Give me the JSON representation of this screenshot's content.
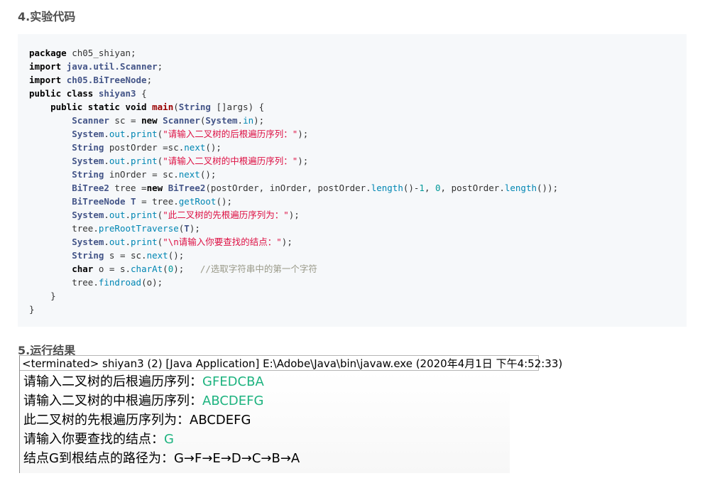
{
  "sections": {
    "code_heading": "4.实验代码",
    "result_heading": "5.运行结果"
  },
  "code": {
    "lines": [
      {
        "indent": "",
        "tokens": [
          [
            "kw",
            "package"
          ],
          [
            "pl",
            " ch05_shiyan;"
          ]
        ]
      },
      {
        "indent": "",
        "tokens": [
          [
            "kw",
            "import"
          ],
          [
            "pl",
            " "
          ],
          [
            "ty",
            "java.util.Scanner"
          ],
          [
            "pl",
            ";"
          ]
        ]
      },
      {
        "indent": "",
        "tokens": [
          [
            "kw",
            "import"
          ],
          [
            "pl",
            " "
          ],
          [
            "ty",
            "ch05.BiTreeNode"
          ],
          [
            "pl",
            ";"
          ]
        ]
      },
      {
        "indent": "",
        "tokens": [
          [
            "kw",
            "public"
          ],
          [
            "pl",
            " "
          ],
          [
            "kw",
            "class"
          ],
          [
            "pl",
            " "
          ],
          [
            "ty",
            "shiyan3"
          ],
          [
            "pl",
            " {"
          ]
        ]
      },
      {
        "indent": "    ",
        "tokens": [
          [
            "kw",
            "public"
          ],
          [
            "pl",
            " "
          ],
          [
            "kw",
            "static"
          ],
          [
            "pl",
            " "
          ],
          [
            "kw",
            "void"
          ],
          [
            "pl",
            " "
          ],
          [
            "mt",
            "main"
          ],
          [
            "pl",
            "("
          ],
          [
            "ty",
            "String"
          ],
          [
            "pl",
            " []args) {"
          ]
        ]
      },
      {
        "indent": "        ",
        "tokens": [
          [
            "ty",
            "Scanner"
          ],
          [
            "pl",
            " sc = "
          ],
          [
            "kw",
            "new"
          ],
          [
            "pl",
            " "
          ],
          [
            "ty",
            "Scanner"
          ],
          [
            "pl",
            "("
          ],
          [
            "ty",
            "System"
          ],
          [
            "pl",
            "."
          ],
          [
            "fn",
            "in"
          ],
          [
            "pl",
            ");"
          ]
        ]
      },
      {
        "indent": "        ",
        "tokens": [
          [
            "ty",
            "System"
          ],
          [
            "pl",
            "."
          ],
          [
            "fn",
            "out"
          ],
          [
            "pl",
            "."
          ],
          [
            "fn",
            "print"
          ],
          [
            "pl",
            "("
          ],
          [
            "st",
            "\"请输入二叉树的后根遍历序列：\""
          ],
          [
            "pl",
            ");"
          ]
        ]
      },
      {
        "indent": "        ",
        "tokens": [
          [
            "ty",
            "String"
          ],
          [
            "pl",
            " postOrder =sc."
          ],
          [
            "fn",
            "next"
          ],
          [
            "pl",
            "();"
          ]
        ]
      },
      {
        "indent": "        ",
        "tokens": [
          [
            "ty",
            "System"
          ],
          [
            "pl",
            "."
          ],
          [
            "fn",
            "out"
          ],
          [
            "pl",
            "."
          ],
          [
            "fn",
            "print"
          ],
          [
            "pl",
            "("
          ],
          [
            "st",
            "\"请输入二叉树的中根遍历序列：\""
          ],
          [
            "pl",
            ");"
          ]
        ]
      },
      {
        "indent": "        ",
        "tokens": [
          [
            "ty",
            "String"
          ],
          [
            "pl",
            " inOrder = sc."
          ],
          [
            "fn",
            "next"
          ],
          [
            "pl",
            "();"
          ]
        ]
      },
      {
        "indent": "        ",
        "tokens": [
          [
            "ty",
            "BiTree2"
          ],
          [
            "pl",
            " tree ="
          ],
          [
            "kw",
            "new"
          ],
          [
            "pl",
            " "
          ],
          [
            "ty",
            "BiTree2"
          ],
          [
            "pl",
            "(postOrder, inOrder, postOrder."
          ],
          [
            "fn",
            "length"
          ],
          [
            "pl",
            "()-"
          ],
          [
            "nm",
            "1"
          ],
          [
            "pl",
            ", "
          ],
          [
            "nm",
            "0"
          ],
          [
            "pl",
            ", postOrder."
          ],
          [
            "fn",
            "length"
          ],
          [
            "pl",
            "());"
          ]
        ]
      },
      {
        "indent": "        ",
        "tokens": [
          [
            "ty",
            "BiTreeNode"
          ],
          [
            "pl",
            " "
          ],
          [
            "ty",
            "T"
          ],
          [
            "pl",
            " = tree."
          ],
          [
            "fn",
            "getRoot"
          ],
          [
            "pl",
            "();"
          ]
        ]
      },
      {
        "indent": "        ",
        "tokens": [
          [
            "ty",
            "System"
          ],
          [
            "pl",
            "."
          ],
          [
            "fn",
            "out"
          ],
          [
            "pl",
            "."
          ],
          [
            "fn",
            "print"
          ],
          [
            "pl",
            "("
          ],
          [
            "st",
            "\"此二叉树的先根遍历序列为：\""
          ],
          [
            "pl",
            ");"
          ]
        ]
      },
      {
        "indent": "        ",
        "tokens": [
          [
            "pl",
            "tree."
          ],
          [
            "fn",
            "preRootTraverse"
          ],
          [
            "pl",
            "("
          ],
          [
            "ty",
            "T"
          ],
          [
            "pl",
            ");"
          ]
        ]
      },
      {
        "indent": "        ",
        "tokens": [
          [
            "ty",
            "System"
          ],
          [
            "pl",
            "."
          ],
          [
            "fn",
            "out"
          ],
          [
            "pl",
            "."
          ],
          [
            "fn",
            "print"
          ],
          [
            "pl",
            "("
          ],
          [
            "st",
            "\"\\n请输入你要查找的结点：\""
          ],
          [
            "pl",
            ");"
          ]
        ]
      },
      {
        "indent": "        ",
        "tokens": [
          [
            "ty",
            "String"
          ],
          [
            "pl",
            " s = sc."
          ],
          [
            "fn",
            "next"
          ],
          [
            "pl",
            "();"
          ]
        ]
      },
      {
        "indent": "        ",
        "tokens": [
          [
            "kw",
            "char"
          ],
          [
            "pl",
            " o = s."
          ],
          [
            "fn",
            "charAt"
          ],
          [
            "pl",
            "("
          ],
          [
            "nm",
            "0"
          ],
          [
            "pl",
            ");   "
          ],
          [
            "cm",
            "//选取字符串中的第一个字符"
          ]
        ]
      },
      {
        "indent": "        ",
        "tokens": [
          [
            "pl",
            "tree."
          ],
          [
            "fn",
            "findroad"
          ],
          [
            "pl",
            "(o);"
          ]
        ]
      },
      {
        "indent": "    ",
        "tokens": [
          [
            "pl",
            "}"
          ]
        ]
      },
      {
        "indent": "",
        "tokens": [
          [
            "pl",
            "}"
          ]
        ]
      }
    ]
  },
  "console": {
    "header": "<terminated> shiyan3 (2) [Java Application] E:\\Adobe\\Java\\bin\\javaw.exe (2020年4月1日 下午4:52:33)",
    "lines": [
      {
        "prompt": "请输入二叉树的后根遍历序列：",
        "input": "GFEDCBA",
        "value": ""
      },
      {
        "prompt": "请输入二叉树的中根遍历序列：",
        "input": "ABCDEFG",
        "value": ""
      },
      {
        "prompt": "此二叉树的先根遍历序列为：",
        "input": "",
        "value": "ABCDEFG"
      },
      {
        "prompt": "请输入你要查找的结点：",
        "input": "G",
        "value": ""
      },
      {
        "prompt": "结点",
        "input": "",
        "value": "G",
        "prompt2": "到根结点的路径为：",
        "value2": "G→F→E→D→C→B→A"
      }
    ]
  }
}
